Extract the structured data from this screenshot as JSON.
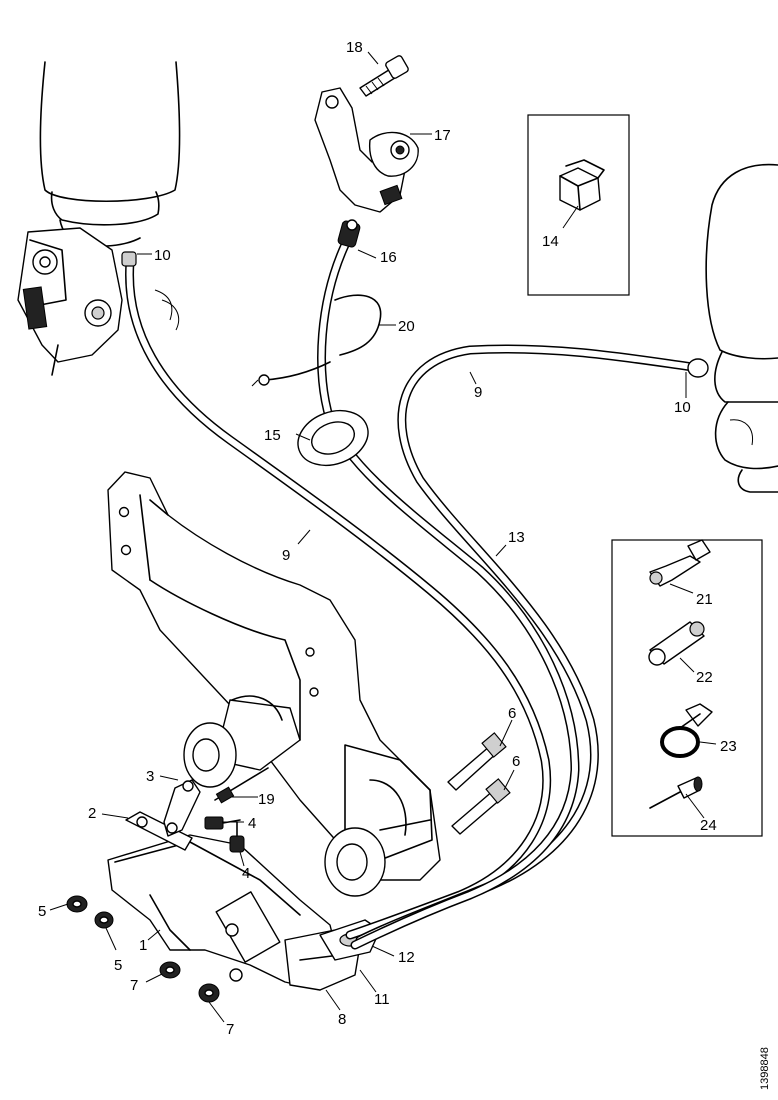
{
  "labels": {
    "p1": "1",
    "p2": "2",
    "p3": "3",
    "p4a": "4",
    "p4b": "4",
    "p5a": "5",
    "p5b": "5",
    "p6a": "6",
    "p6b": "6",
    "p7a": "7",
    "p7b": "7",
    "p8": "8",
    "p9a": "9",
    "p9b": "9",
    "p10a": "10",
    "p10b": "10",
    "p11": "11",
    "p12": "12",
    "p13": "13",
    "p14": "14",
    "p15": "15",
    "p16": "16",
    "p17": "17",
    "p18": "18",
    "p19": "19",
    "p20": "20",
    "p21": "21",
    "p22": "22",
    "p23": "23",
    "p24": "24"
  },
  "reference_code": "1398848"
}
